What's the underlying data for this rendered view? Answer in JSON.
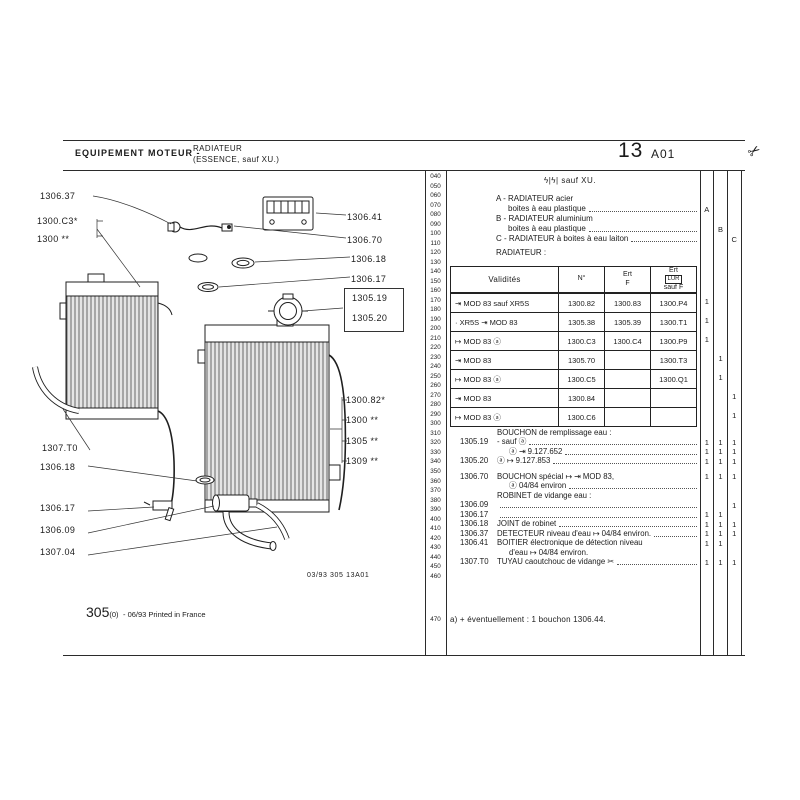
{
  "header": {
    "section": "EQUIPEMENT MOTEUR -",
    "subsection_line1": "RADIATEUR",
    "subsection_line2": "(ESSENCE, sauf XU.)",
    "page_number": "13",
    "page_suffix": "A01",
    "scissors_icon": "✂"
  },
  "drawing": {
    "labels": [
      "1306.37",
      "1300.C3*",
      "1300 **",
      "1306.41",
      "1306.70",
      "1306.18",
      "1306.17",
      "1305.19",
      "1305.20",
      "1300.82*",
      "1300 **",
      "1305 **",
      "1309 **",
      "1307.T0",
      "1306.18",
      "1306.17",
      "1306.09",
      "1307.04"
    ],
    "caption": "03/93 305 13A01"
  },
  "footer": {
    "big": "305",
    "sub": "(0)",
    "rest": "- 06/93  Printed in France"
  },
  "line_numbers": {
    "list": [
      "040",
      "050",
      "060",
      "070",
      "080",
      "090",
      "100",
      "110",
      "120",
      "130",
      "140",
      "150",
      "160",
      "170",
      "180",
      "190",
      "200",
      "210",
      "220",
      "230",
      "240",
      "250",
      "260",
      "270",
      "280",
      "290",
      "300",
      "310",
      "320",
      "330",
      "340",
      "350",
      "360",
      "370",
      "380",
      "390",
      "400",
      "410",
      "420",
      "430",
      "440",
      "450",
      "460"
    ],
    "footnote_number": "470"
  },
  "top_block": {
    "symbol_note": "ϟ|ϟ|  sauf XU.",
    "lines": [
      {
        "ref": "",
        "text": "A - RADIATEUR acier",
        "dots": false,
        "qa": "",
        "qb": "",
        "qc": ""
      },
      {
        "ref": "",
        "text": "boites à eau plastique",
        "dots": true,
        "ind": true,
        "qa": "A",
        "qb": "",
        "qc": ""
      },
      {
        "ref": "",
        "text": "B - RADIATEUR aluminium",
        "dots": false,
        "qa": "",
        "qb": "",
        "qc": ""
      },
      {
        "ref": "",
        "text": "boites à eau plastique",
        "dots": true,
        "ind": true,
        "qa": "",
        "qb": "B",
        "qc": ""
      },
      {
        "ref": "",
        "text": "C - RADIATEUR à boites à eau laiton",
        "dots": true,
        "qa": "",
        "qb": "",
        "qc": "C"
      },
      {
        "ref": "",
        "text": "RADIATEUR :",
        "dots": false,
        "sect": true,
        "qa": "",
        "qb": "",
        "qc": ""
      }
    ]
  },
  "radiator_table": {
    "headers": {
      "validites": "Validités",
      "num": "N°",
      "ert_f_1": "Ert",
      "ert_f_2": "F",
      "ert_lur_1": "Ert",
      "ert_lur_2": "LUR",
      "ert_lur_3": "sauf F"
    },
    "rows": [
      {
        "validity": "⇥ MOD 83 sauf XR5S",
        "num": "1300.82",
        "ert_f": "1300.83",
        "ert_lur": "1300.P4",
        "qa": "1",
        "qb": "",
        "qc": ""
      },
      {
        "validity": "· XR5S ⇥ MOD 83",
        "num": "1305.38",
        "ert_f": "1305.39",
        "ert_lur": "1300.T1",
        "qa": "1",
        "qb": "",
        "qc": ""
      },
      {
        "validity": "↦ MOD 83 ⓐ",
        "num": "1300.C3",
        "ert_f": "1300.C4",
        "ert_lur": "1300.P9",
        "qa": "1",
        "qb": "",
        "qc": ""
      },
      {
        "validity": "⇥ MOD 83",
        "num": "1305.70",
        "ert_f": "",
        "ert_lur": "1300.T3",
        "qa": "",
        "qb": "1",
        "qc": ""
      },
      {
        "validity": "↦ MOD 83 ⓐ",
        "num": "1300.C5",
        "ert_f": "",
        "ert_lur": "1300.Q1",
        "qa": "",
        "qb": "1",
        "qc": ""
      },
      {
        "validity": "⇥ MOD 83",
        "num": "1300.84",
        "ert_f": "",
        "ert_lur": "",
        "qa": "",
        "qb": "",
        "qc": "1"
      },
      {
        "validity": "↦ MOD 83 ⓐ",
        "num": "1300.C6",
        "ert_f": "",
        "ert_lur": "",
        "qa": "",
        "qb": "",
        "qc": "1"
      }
    ]
  },
  "parts_block": {
    "lines": [
      {
        "ref": "",
        "text": "BOUCHON de remplissage eau :",
        "dots": false,
        "qa": "",
        "qb": "",
        "qc": ""
      },
      {
        "ref": "1305.19",
        "text": "- sauf ⓐ",
        "dots": true,
        "qa": "1",
        "qb": "1",
        "qc": "1"
      },
      {
        "ref": "",
        "text": "ⓐ ⇥ 9.127.652",
        "dots": true,
        "ind": true,
        "qa": "1",
        "qb": "1",
        "qc": "1"
      },
      {
        "ref": "1305.20",
        "text": "ⓐ ↦ 9.127.853",
        "dots": true,
        "qa": "1",
        "qb": "1",
        "qc": "1"
      },
      {
        "ref": "1306.70",
        "text": "BOUCHON spécial ↦ ⇥ MOD 83,",
        "dots": false,
        "gap": true,
        "qa": "1",
        "qb": "1",
        "qc": "1"
      },
      {
        "ref": "",
        "text": "ⓐ 04/84 environ",
        "dots": true,
        "ind": true,
        "qa": "",
        "qb": "",
        "qc": ""
      },
      {
        "ref": "",
        "text": "ROBINET de vidange eau :",
        "dots": false,
        "qa": "",
        "qb": "",
        "qc": ""
      },
      {
        "ref": "1306.09",
        "text": "",
        "dots": true,
        "qa": "",
        "qb": "",
        "qc": "1"
      },
      {
        "ref": "1306.17",
        "text": "",
        "dots": true,
        "qa": "1",
        "qb": "1",
        "qc": ""
      },
      {
        "ref": "1306.18",
        "text": "JOINT de robinet",
        "dots": true,
        "qa": "1",
        "qb": "1",
        "qc": "1"
      },
      {
        "ref": "1306.37",
        "text": "DETECTEUR niveau d'eau ↦ 04/84 environ.",
        "dots": true,
        "qa": "1",
        "qb": "1",
        "qc": "1"
      },
      {
        "ref": "1306.41",
        "text": "BOITIER électronique de détection niveau",
        "dots": false,
        "qa": "1",
        "qb": "1",
        "qc": ""
      },
      {
        "ref": "",
        "text": "d'eau ↦ 04/84 environ.",
        "dots": false,
        "ind": true,
        "qa": "",
        "qb": "",
        "qc": ""
      },
      {
        "ref": "1307.T0",
        "text": "TUYAU caoutchouc de vidange ✂",
        "dots": true,
        "qa": "1",
        "qb": "1",
        "qc": "1"
      }
    ]
  },
  "footnote": {
    "text": "a) +  éventuellement : 1 bouchon 1306.44."
  }
}
